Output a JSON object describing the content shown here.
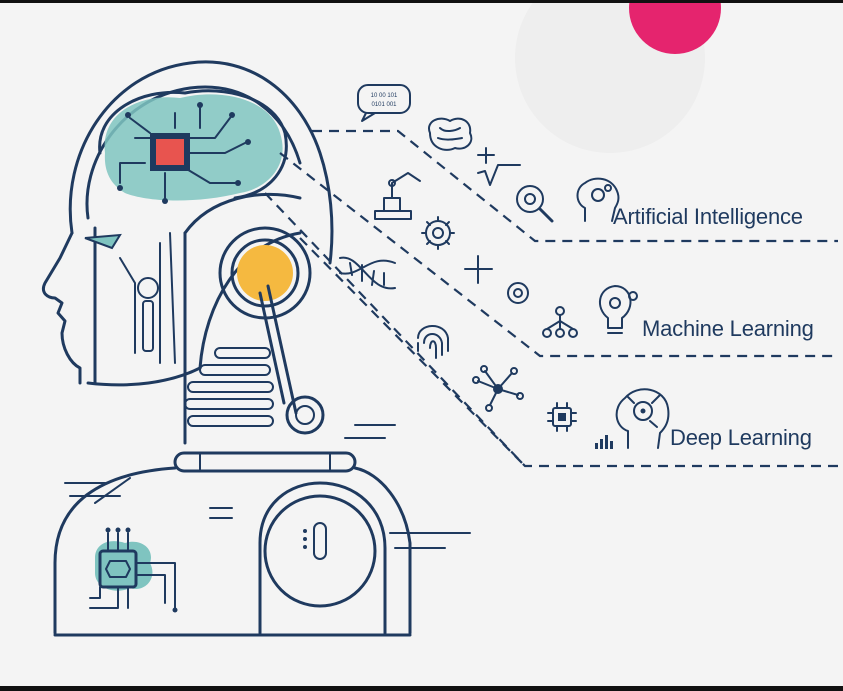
{
  "labels": {
    "ai": "Artificial Intelligence",
    "ml": "Machine Learning",
    "dl": "Deep Learning"
  },
  "speech_bubble": {
    "line1": "10 00 101",
    "line2": "0101 001"
  },
  "colors": {
    "navy": "#1f3a5f",
    "teal": "#7fc4c0",
    "orange": "#f5b940",
    "pink": "#e5246e",
    "red_chip": "#e8544f",
    "background": "#f4f4f4"
  },
  "icons": [
    "robot-head-outline",
    "brain-circuit",
    "cpu-chip",
    "speech-bubble-binary",
    "brain-icon",
    "plus-icon",
    "square-root-icon",
    "search-gear-icon",
    "robot-arm-icon",
    "gear-icon",
    "dna-icon",
    "fingerprint-icon",
    "network-nodes-icon",
    "hierarchy-icon",
    "lightbulb-gears-icon",
    "head-gears-icon",
    "head-network-icon",
    "bar-chart-icon"
  ]
}
